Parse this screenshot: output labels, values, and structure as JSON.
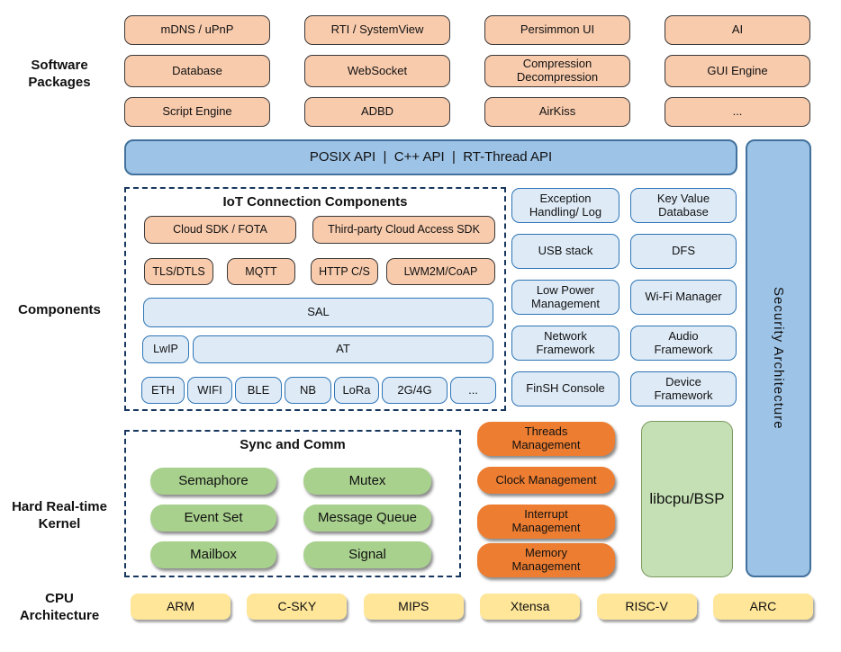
{
  "labels": {
    "software": "Software\nPackages",
    "components": "Components",
    "kernel": "Hard Real-time\nKernel",
    "cpu": "CPU\nArchitecture"
  },
  "packages": {
    "items": [
      "mDNS / uPnP",
      "RTI / SystemView",
      "Persimmon UI",
      "AI",
      "Database",
      "WebSocket",
      "Compression\nDecompression",
      "GUI Engine",
      "Script Engine",
      "ADBD",
      "AirKiss",
      "..."
    ]
  },
  "api_bar": {
    "label": "POSIX API  |  C++ API  |  RT-Thread API"
  },
  "security_bar": {
    "label": "Security Architecture"
  },
  "iot": {
    "title": "IoT Connection Components",
    "row1": [
      "Cloud SDK / FOTA",
      "Third-party Cloud Access SDK"
    ],
    "row2": [
      "TLS/DTLS",
      "MQTT",
      "HTTP C/S",
      "LWM2M/CoAP"
    ],
    "sal": "SAL",
    "lwip": "LwIP",
    "at": "AT",
    "links": [
      "ETH",
      "WIFI",
      "BLE",
      "NB",
      "LoRa",
      "2G/4G",
      "..."
    ]
  },
  "components": {
    "items": [
      "Exception\nHandling/ Log",
      "Key Value\nDatabase",
      "USB stack",
      "DFS",
      "Low Power\nManagement",
      "Wi-Fi Manager",
      "Network\nFramework",
      "Audio\nFramework",
      "FinSH Console",
      "Device\nFramework"
    ]
  },
  "kernel": {
    "sync_title": "Sync and Comm",
    "sync_items": [
      "Semaphore",
      "Mutex",
      "Event Set",
      "Message Queue",
      "Mailbox",
      "Signal"
    ],
    "mgmt_items": [
      "Threads\nManagement",
      "Clock Management",
      "Interrupt\nManagement",
      "Memory\nManagement"
    ],
    "libcpu": "libcpu/BSP"
  },
  "cpu_arch": {
    "items": [
      "ARM",
      "C-SKY",
      "MIPS",
      "Xtensa",
      "RISC-V",
      "ARC"
    ]
  },
  "colors": {
    "package_fill": "#F8CBAD",
    "api_fill": "#9DC3E6",
    "component_fill": "#DEEBF7",
    "component_border": "#2E75B6",
    "dash_border": "#17375E",
    "kernel_green": "#A9D18E",
    "mgmt_orange": "#ED7D31",
    "libcpu_fill": "#C5E0B4",
    "cpu_yellow": "#FFE699"
  }
}
